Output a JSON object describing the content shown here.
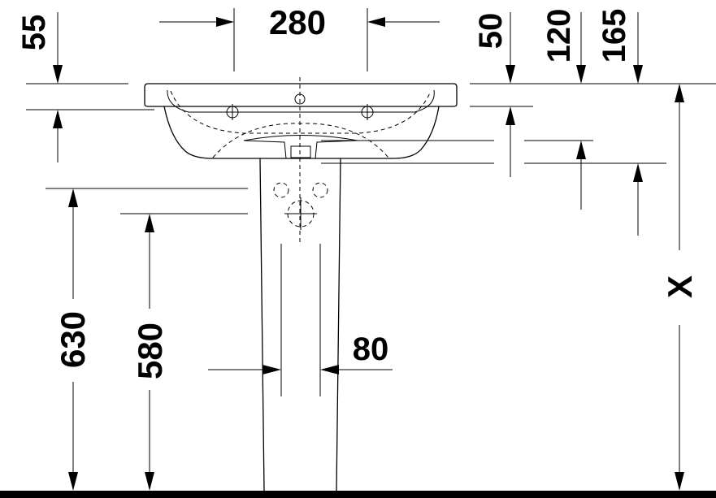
{
  "dimensions": {
    "d55": "55",
    "d280": "280",
    "d50": "50",
    "d120": "120",
    "d165": "165",
    "d630": "630",
    "d580": "580",
    "d80": "80",
    "dx": "X"
  }
}
